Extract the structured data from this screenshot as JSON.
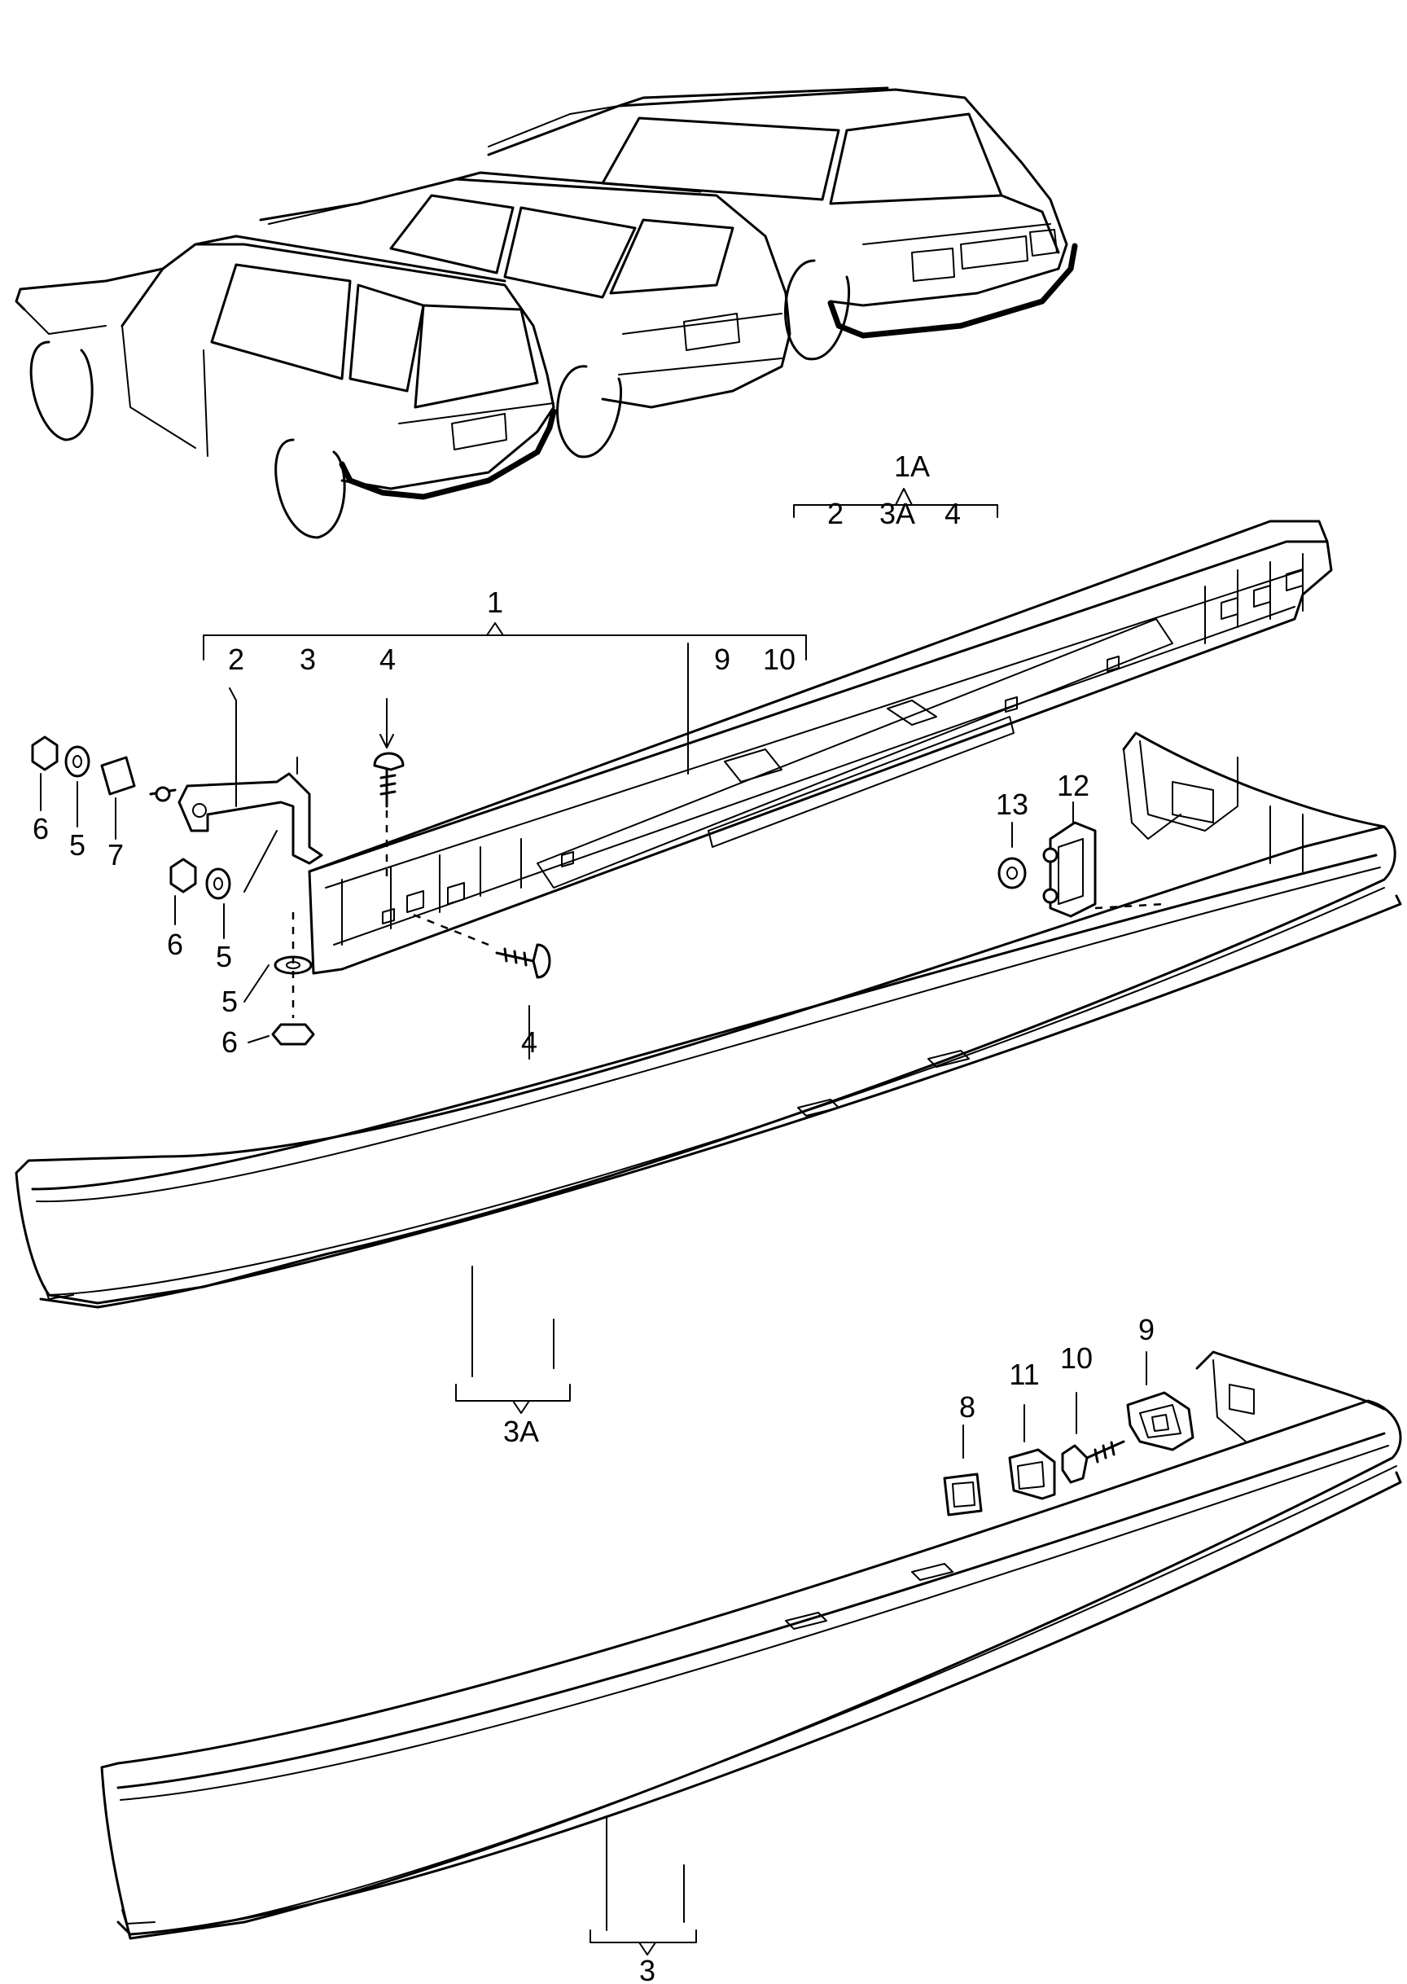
{
  "callouts": {
    "group_1a": "1A",
    "group_1a_items": [
      "2",
      "3A",
      "4"
    ],
    "group_1": "1",
    "group_1_items": [
      "2",
      "3",
      "4",
      "9",
      "10"
    ],
    "group_3a": "3A",
    "group_3": "3",
    "part_2": "2",
    "part_3": "3",
    "part_4": "4",
    "part_5": "5",
    "part_6": "6",
    "part_7": "7",
    "part_8": "8",
    "part_9": "9",
    "part_10": "10",
    "part_11": "11",
    "part_12": "12",
    "part_13": "13"
  }
}
